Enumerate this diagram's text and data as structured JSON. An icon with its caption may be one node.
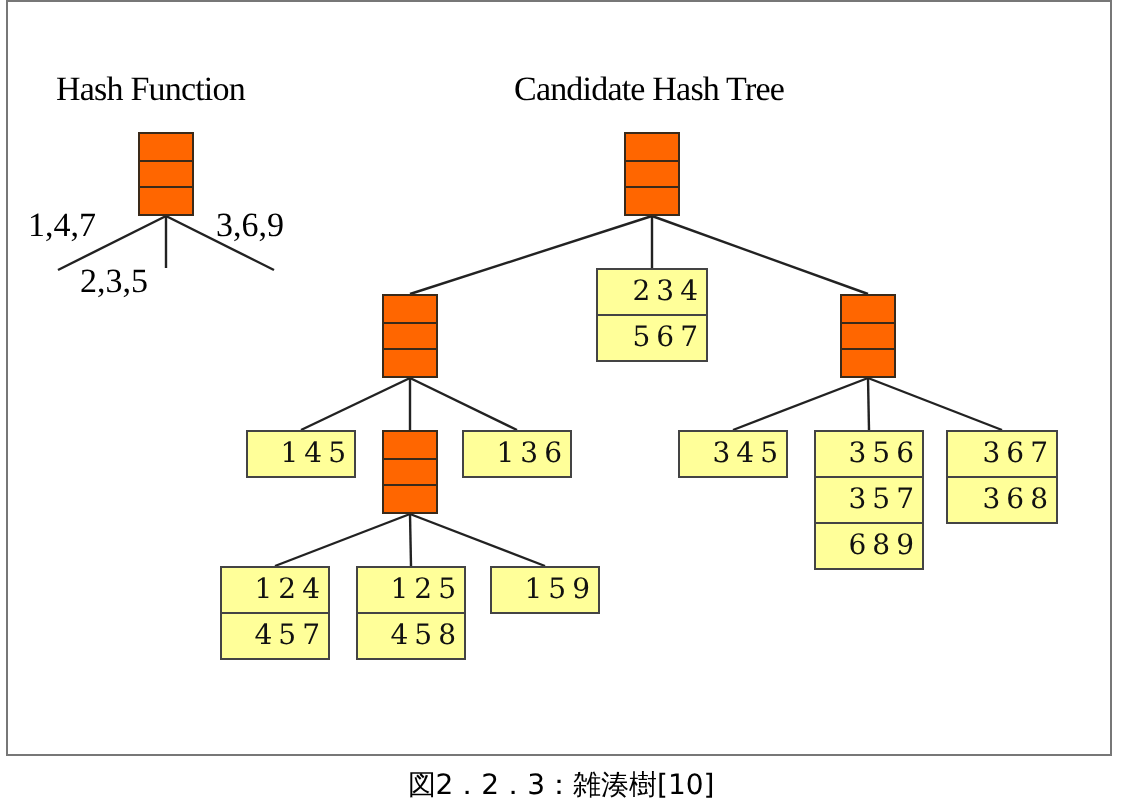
{
  "diagram": {
    "caption": "図2．2．3：雑湊樹[10]",
    "nodes": [
      {
        "text": [],
        "shape": "box"
      },
      {
        "text": [],
        "shape": "box"
      },
      {
        "text": [],
        "shape": "box"
      },
      {
        "text": [
          "234",
          "567"
        ]
      },
      {
        "text": [],
        "shape": "box"
      },
      {
        "text": [
          "145"
        ]
      },
      {
        "text": [],
        "shape": "box"
      },
      {
        "text": [
          "136"
        ]
      },
      {
        "text": [
          "345"
        ]
      },
      {
        "text": [
          "356",
          "357",
          "689"
        ]
      },
      {
        "text": [
          "367",
          "368"
        ]
      },
      {
        "text": [
          "124",
          "457"
        ]
      },
      {
        "text": [
          "125",
          "458"
        ]
      },
      {
        "text": [
          "159"
        ]
      }
    ],
    "edges": [
      {
        "from": 0,
        "to": null,
        "arrow": "none",
        "label": "1,4,7"
      },
      {
        "from": 0,
        "to": null,
        "arrow": "none",
        "label": "2,3,5"
      },
      {
        "from": 0,
        "to": null,
        "arrow": "none",
        "label": "3,6,9"
      },
      {
        "from": 1,
        "to": 2,
        "arrow": "none"
      },
      {
        "from": 1,
        "to": 3,
        "arrow": "none"
      },
      {
        "from": 1,
        "to": 4,
        "arrow": "none"
      },
      {
        "from": 2,
        "to": 5,
        "arrow": "none"
      },
      {
        "from": 2,
        "to": 6,
        "arrow": "none"
      },
      {
        "from": 2,
        "to": 7,
        "arrow": "none"
      },
      {
        "from": 4,
        "to": 8,
        "arrow": "none"
      },
      {
        "from": 4,
        "to": 9,
        "arrow": "none"
      },
      {
        "from": 4,
        "to": 10,
        "arrow": "none"
      },
      {
        "from": 6,
        "to": 11,
        "arrow": "none"
      },
      {
        "from": 6,
        "to": 12,
        "arrow": "none"
      },
      {
        "from": 6,
        "to": 13,
        "arrow": "none"
      }
    ],
    "labels": [
      "Hash Function",
      "Candidate Hash Tree"
    ]
  }
}
